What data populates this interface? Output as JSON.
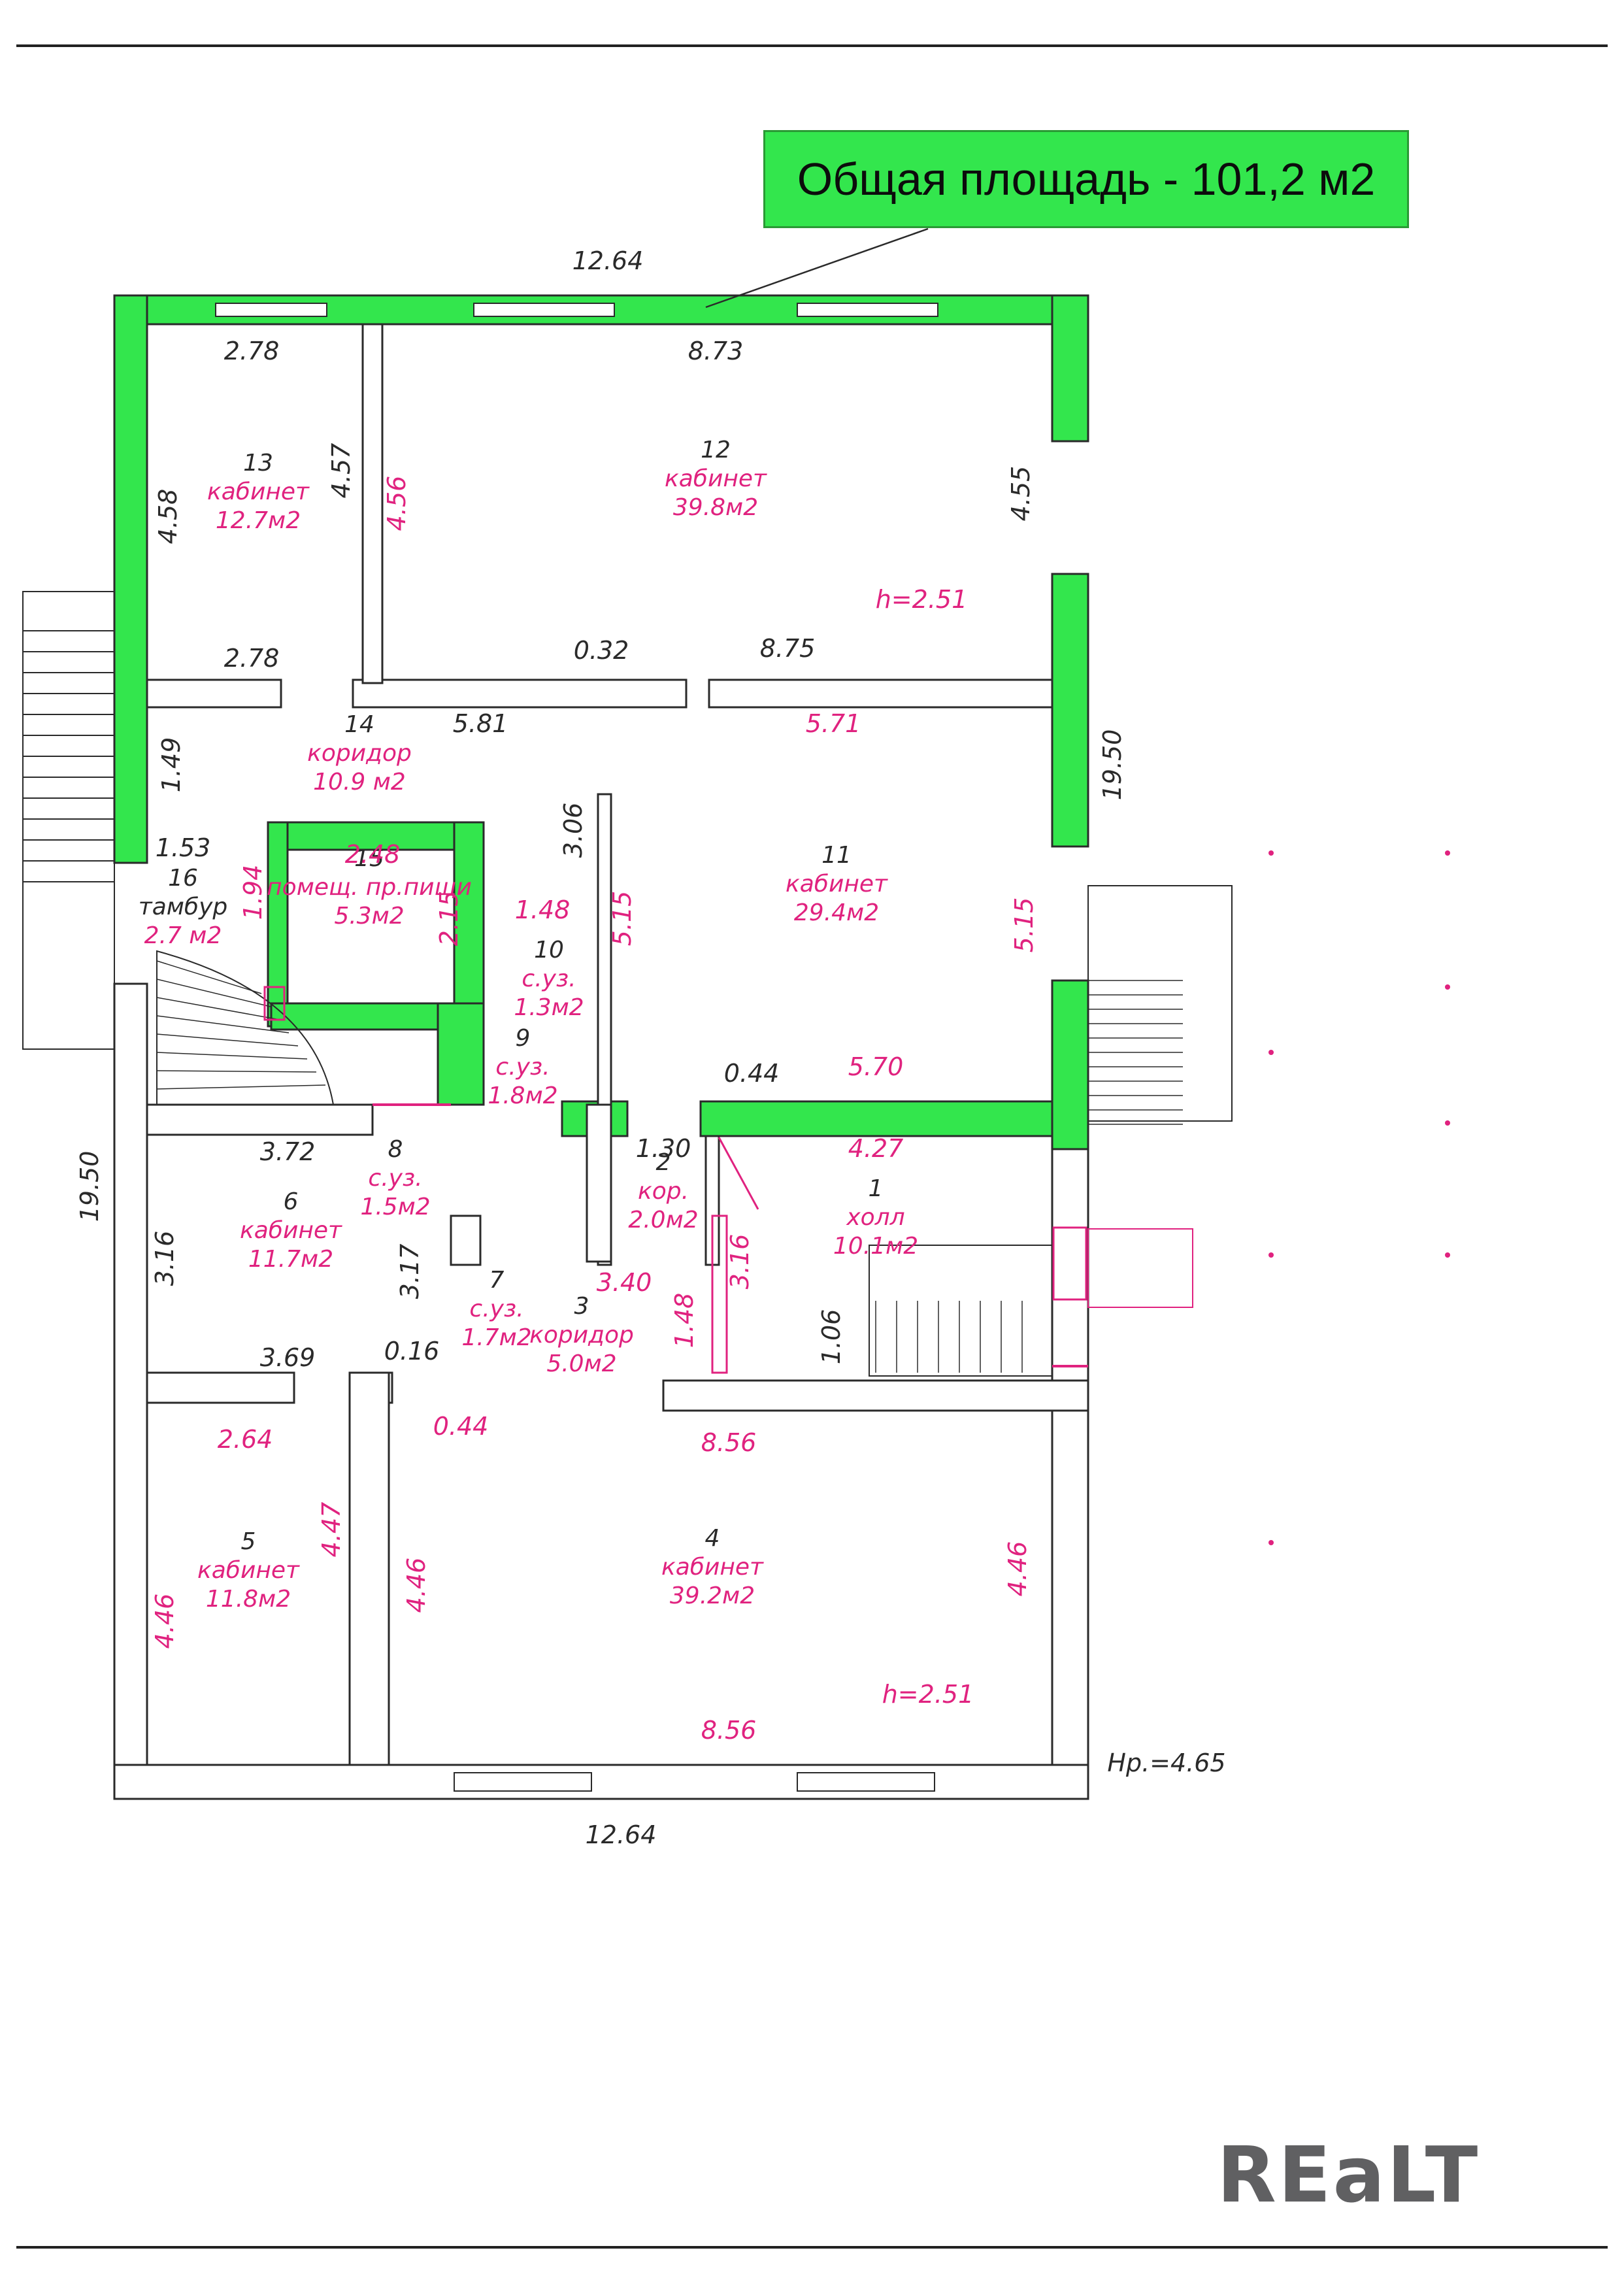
{
  "banner": "Общая площадь - 101,2 м2",
  "logo": "REaLT",
  "colors": {
    "wall": "#ffffff",
    "wall_stroke": "#2a2a2a",
    "wall_green": "#33e64d",
    "magenta": "#e0227f",
    "dim": "#2a2a2a"
  },
  "rooms": [
    {
      "num": "13",
      "name": "кабинет",
      "area": "12.7м2"
    },
    {
      "num": "12",
      "name": "кабинет",
      "area": "39.8м2"
    },
    {
      "num": "14",
      "name": "коридор",
      "area": "10.9 м2"
    },
    {
      "num": "11",
      "name": "кабинет",
      "area": "29.4м2"
    },
    {
      "num": "16",
      "name": "тамбур",
      "area": "2.7 м2"
    },
    {
      "num": "15",
      "name": "помещ. пр.пищи",
      "area": "5.3м2"
    },
    {
      "num": "10",
      "name": "с.уз.",
      "area": "1.3м2"
    },
    {
      "num": "9",
      "name": "с.уз.",
      "area": "1.8м2"
    },
    {
      "num": "8",
      "name": "с.уз.",
      "area": "1.5м2"
    },
    {
      "num": "6",
      "name": "кабинет",
      "area": "11.7м2"
    },
    {
      "num": "2",
      "name": "кор.",
      "area": "2.0м2"
    },
    {
      "num": "1",
      "name": "холл",
      "area": "10.1м2"
    },
    {
      "num": "7",
      "name": "с.уз.",
      "area": "1.7м2"
    },
    {
      "num": "3",
      "name": "коридор",
      "area": "5.0м2"
    },
    {
      "num": "5",
      "name": "кабинет",
      "area": "11.8м2"
    },
    {
      "num": "4",
      "name": "кабинет",
      "area": "39.2м2"
    }
  ],
  "dimensions": {
    "black": [
      "12.64",
      "2.78",
      "8.73",
      "4.57",
      "4.58",
      "4.55",
      "2.78",
      "0.32",
      "8.75",
      "5.81",
      "1.49",
      "19.50",
      "3.06",
      "1.53",
      "0.44",
      "19.50",
      "3.72",
      "3.16",
      "3.17",
      "1.30",
      "1.06",
      "3.69",
      "0.16",
      "12.64",
      "Нр.=4.65"
    ],
    "magenta": [
      "4.56",
      "5.71",
      "2.48",
      "1.94",
      "2.15",
      "1.48",
      "5.15",
      "5.15",
      "5.70",
      "4.27",
      "3.40",
      "3.16",
      "1.48",
      "2.64",
      "0.44",
      "8.56",
      "4.47",
      "4.46",
      "4.46",
      "4.46",
      "8.56",
      "h=2.51",
      "h=2.51"
    ]
  }
}
